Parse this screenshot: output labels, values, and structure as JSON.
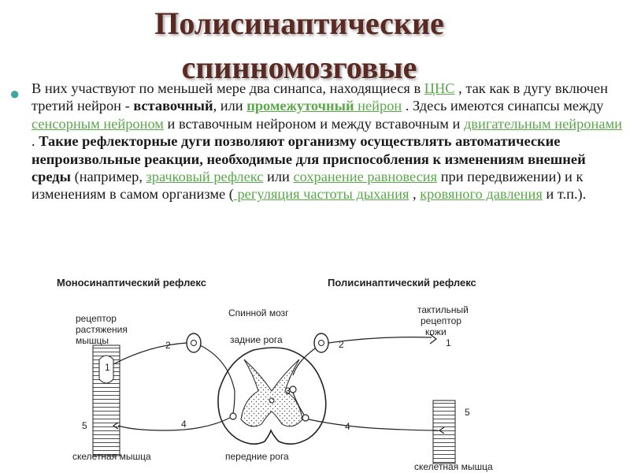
{
  "title": {
    "line1": "Полисинаптические",
    "line2": "спинномозговые"
  },
  "paragraph": {
    "t1": "В них участвуют по меньшей мере два синапса, находящиеся в ",
    "l1": "ЦНС",
    "t2": " , так как в дугу включен третий нейрон - ",
    "b1": "вставочный",
    "t3": ", или ",
    "l2": "промежуточный",
    "l3": " нейрон",
    "t4": " . Здесь имеются синапсы между ",
    "l4": "сенсорным нейроном",
    "t5": " и вставочным нейроном и между вставочным и ",
    "l5": "двигательным нейронами",
    "t6": " . ",
    "b2": "Такие рефлекторные дуги позволяют организму осуществлять автоматические непроизвольные реакции, необходимые для приспособления к изменениям внешней среды",
    "t7": " (например, ",
    "l6": "зрачковый рефлекс",
    "t8": " или ",
    "l7": "сохранение равновесия",
    "t9": " при передвижении) и к изменениям в самом организме (",
    "l8": " регуляция частоты дыхания",
    "t10": " , ",
    "l9": "кровяного давления",
    "t11": " и т.п.)."
  },
  "diagram": {
    "mono_title": "Моносинаптический рефлекс",
    "poly_title": "Полисинаптический рефлекс",
    "spinal_cord": "Спинной мозг",
    "dorsal_horns": "задние рога",
    "ventral_horns": "передние рога",
    "receptor_l1": "рецептор",
    "receptor_l2": "растяжения",
    "receptor_l3": "мышцы",
    "tactile_l1": "тактильный",
    "tactile_l2": "рецептор",
    "tactile_l3": "кожи",
    "muscle_left": "скелетная мышца",
    "muscle_right": "скелетная мышца",
    "n1_left": "1",
    "n2_left": "2",
    "n4_left": "4",
    "n5_left": "5",
    "n1_right": "1",
    "n2_right": "2",
    "n3": "3",
    "n4_right": "4",
    "n5_right": "5"
  },
  "colors": {
    "title": "#5a2a22",
    "link": "#5aa84a",
    "bullet": "#3fa7a0"
  }
}
